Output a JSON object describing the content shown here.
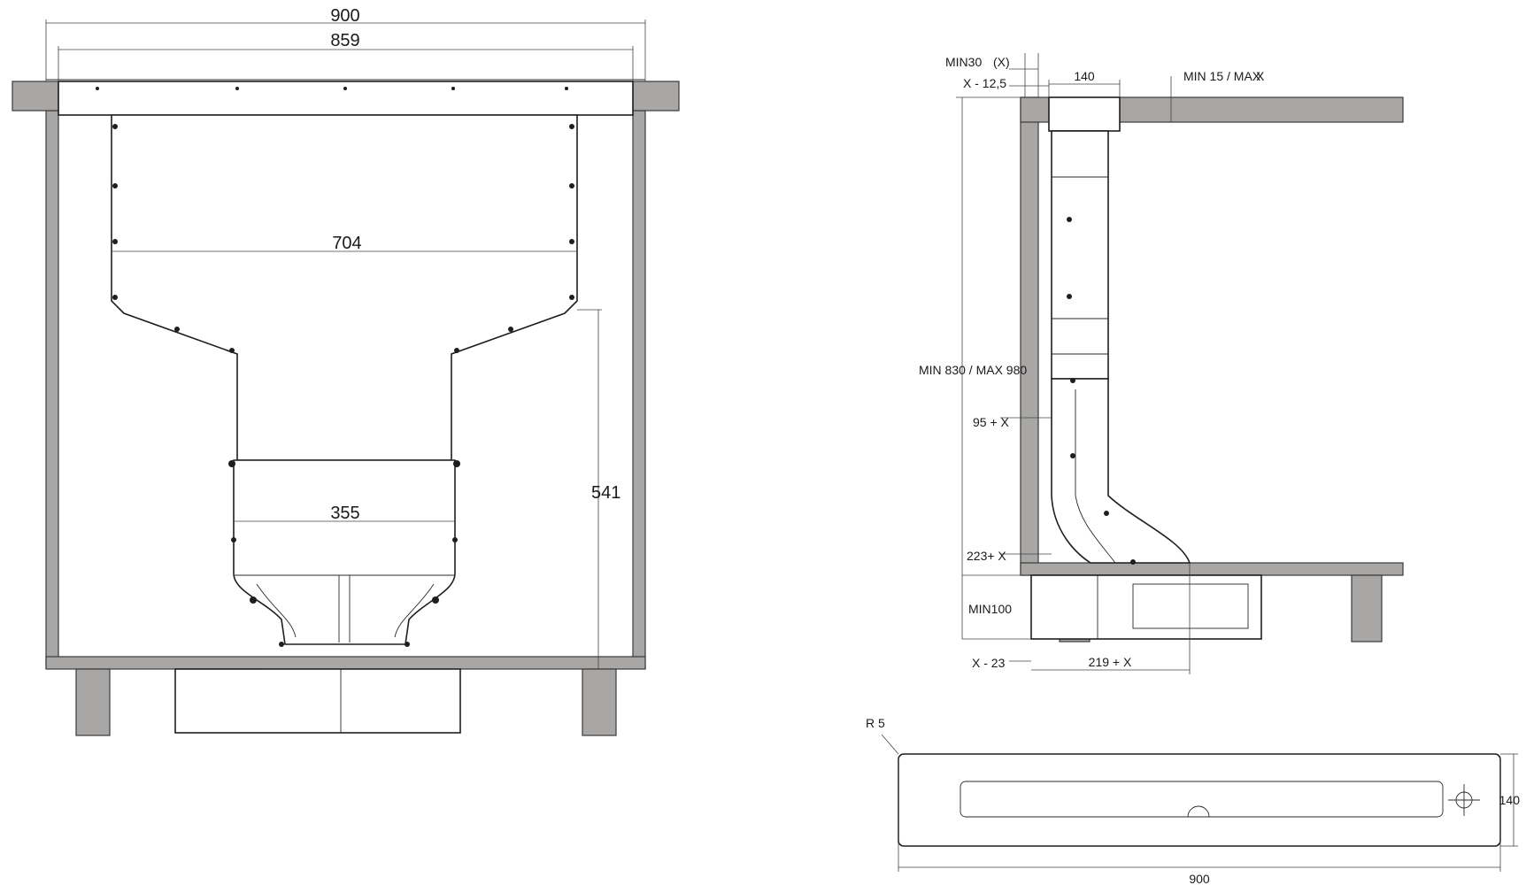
{
  "front_view": {
    "overall_width": "900",
    "inner_width": "859",
    "body_width": "704",
    "outlet_width": "355",
    "height": "541"
  },
  "side_view": {
    "wall_clearance": "MIN30",
    "wall_clearance_var": "(X)",
    "offset_top": "X - 12,5",
    "depth": "140",
    "worktop_thickness": "MIN 15 / MAX",
    "worktop_thickness_var": "X",
    "height_range": "MIN 830 / MAX 980",
    "level_1": "95 + X",
    "level_2": "223+ X",
    "min_clearance": "MIN100",
    "offset_bottom": "X - 23",
    "depth_bottom": "219 + X"
  },
  "top_view": {
    "radius": "R 5",
    "length": "900",
    "width": "140"
  }
}
